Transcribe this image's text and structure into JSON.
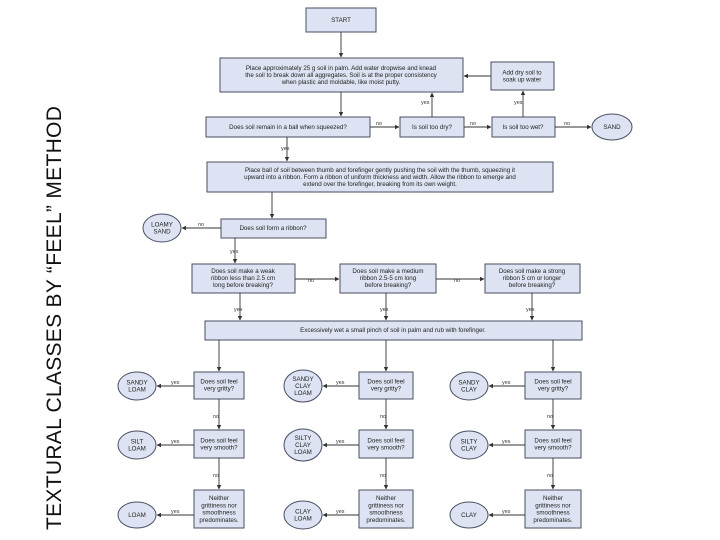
{
  "title": "TEXTURAL CLASSES BY “FEEL” METHOD",
  "nodes": {
    "start": [
      "START"
    ],
    "place": [
      "Place approximately 25 g soil in palm. Add water dropwise and knead",
      "the soil to break down all aggregates. Soil is at the proper consistency",
      "when plastic and moldable, like moist putty."
    ],
    "add_dry": [
      "Add dry soil to",
      "soak up water"
    ],
    "ball": [
      "Does soil remain in a ball when squeezed?"
    ],
    "too_dry": [
      "Is soil too dry?"
    ],
    "too_wet": [
      "Is soil too wet?"
    ],
    "sand": [
      "SAND"
    ],
    "ribbon_instr": [
      "Place ball of soil between thumb and forefinger gently pushing the soil with the thumb, squeezing it",
      "upward into a ribbon. Form a ribbon of uniform thickness and width. Allow the ribbon to emerge and",
      "extend over the forefinger, breaking from its own weight."
    ],
    "loamy_sand": [
      "LOAMY",
      "SAND"
    ],
    "form_ribbon": [
      "Does soil form a ribbon?"
    ],
    "weak": [
      "Does soil make a weak",
      "ribbon less than 2.5 cm",
      "long before breaking?"
    ],
    "medium": [
      "Does soil make a medium",
      "ribbon 2.5-5 cm long",
      "before breaking?"
    ],
    "strong": [
      "Does soil make a strong",
      "ribbon 5 cm or longer",
      "before breaking?"
    ],
    "wet": [
      "Excessively wet a small pinch of soil in palm and rub with forefinger."
    ],
    "gritty": [
      "Does soil feel",
      "very gritty?"
    ],
    "smooth": [
      "Does soil feel",
      "very smooth?"
    ],
    "neither": [
      "Neither",
      "grittiness nor",
      "smoothness",
      "predominates."
    ],
    "sandy_loam": [
      "SANDY",
      "LOAM"
    ],
    "sandy_clay_loam": [
      "SANDY",
      "CLAY",
      "LOAM"
    ],
    "sandy_clay": [
      "SANDY",
      "CLAY"
    ],
    "silt_loam": [
      "SILT",
      "LOAM"
    ],
    "silty_clay_loam": [
      "SILTY",
      "CLAY",
      "LOAM"
    ],
    "silty_clay": [
      "SILTY",
      "CLAY"
    ],
    "loam": [
      "LOAM"
    ],
    "clay_loam": [
      "CLAY",
      "LOAM"
    ],
    "clay": [
      "CLAY"
    ]
  },
  "edge_labels": {
    "yes": "yes",
    "no": "no"
  }
}
